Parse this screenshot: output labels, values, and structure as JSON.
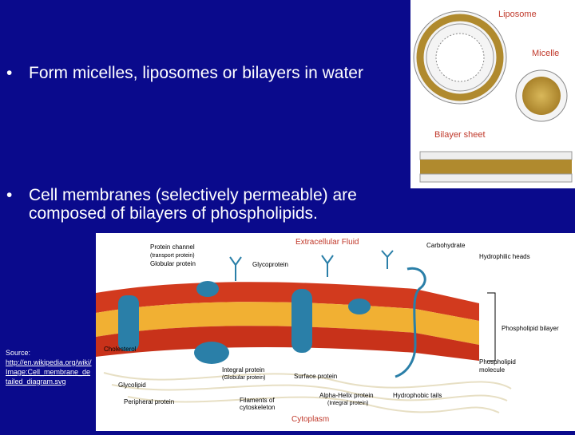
{
  "colors": {
    "background": "#0a0a8c",
    "text": "#ffffff",
    "label_red": "#c0392b"
  },
  "bullets": [
    {
      "marker": "•",
      "text": "Form micelles, liposomes or bilayers in water"
    },
    {
      "marker": "•",
      "text": "Cell membranes (selectively permeable) are composed of bilayers of phospholipids."
    }
  ],
  "top_figure": {
    "liposome": "Liposome",
    "micelle": "Micelle",
    "bilayer_sheet": "Bilayer sheet"
  },
  "membrane_figure": {
    "extracellular": "Extracellular Fluid",
    "cytoplasm": "Cytoplasm",
    "protein_channel": "Protein channel",
    "transport_protein": "(transport protein)",
    "globular_protein": "Globular protein",
    "glycoprotein": "Glycoprotein",
    "carbohydrate": "Carbohydrate",
    "hydrophilic_heads": "Hydrophilic heads",
    "phospholipid_bilayer": "Phospholipid bilayer",
    "phospholipid_molecule_1": "Phospholipid",
    "phospholipid_molecule_2": "molecule",
    "cholesterol": "Cholesterol",
    "glycolipid": "Glycolipid",
    "integral_protein": "Integral protein",
    "globular_protein_paren": "(Globular protein)",
    "surface_protein": "Surface protein",
    "peripheral_protein": "Peripheral protein",
    "filaments_1": "Filaments of",
    "filaments_2": "cytoskeleton",
    "alpha_helix": "Alpha-Helix protein",
    "integral_paren": "(Integral protein)",
    "hydrophobic_tails": "Hydrophobic tails"
  },
  "source": {
    "label": "Source:",
    "url": "http://en.wikipedia.org/wiki/Image:Cell_membrane_detailed_diagram.svg"
  }
}
